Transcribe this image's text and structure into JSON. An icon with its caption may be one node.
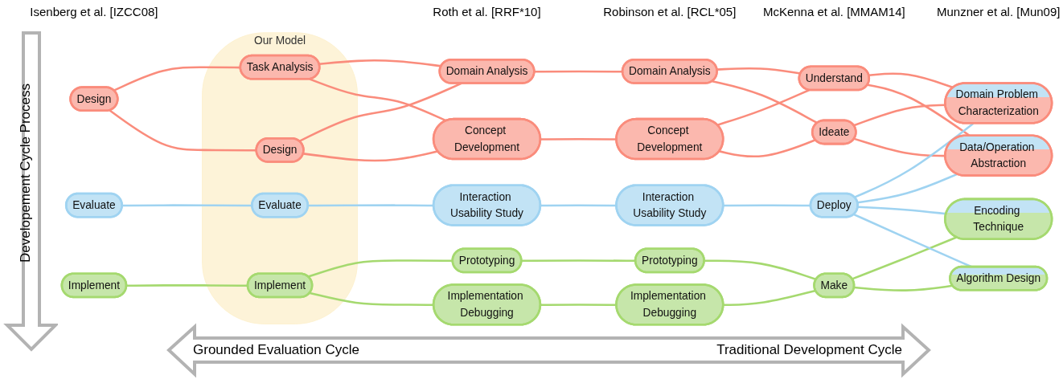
{
  "diagram": {
    "nodes": [
      {
        "text": [
          "Evaluate"
        ]
      },
      {
        "text": [
          "Design"
        ]
      },
      {
        "text": [
          "Implement"
        ]
      },
      {
        "text": [
          "Our Model"
        ]
      },
      {
        "text": [
          "Evaluate"
        ],
        "in": 3
      },
      {
        "text": [
          "Task Analysis"
        ],
        "in": 3
      },
      {
        "text": [
          "Design"
        ],
        "in": 3
      },
      {
        "text": [
          "Implement"
        ],
        "in": 3
      },
      {
        "text": [
          "Prototyping"
        ]
      },
      {
        "text": [
          "Interaction Usability Study"
        ]
      },
      {
        "text": [
          "Domain Analysis"
        ]
      },
      {
        "text": [
          "Concept Development"
        ]
      },
      {
        "text": [
          "Implementation Debugging"
        ]
      },
      {
        "text": [
          "Domain Analysis"
        ]
      },
      {
        "text": [
          "Concept Development"
        ]
      },
      {
        "text": [
          "Prototyping"
        ]
      },
      {
        "text": [
          "Interaction Usability Study"
        ]
      },
      {
        "text": [
          "Implementation Debugging"
        ]
      },
      {
        "text": [
          "Understand"
        ]
      },
      {
        "text": [
          "Ideate"
        ]
      },
      {
        "text": [
          "Make"
        ]
      },
      {
        "text": [
          "Deploy"
        ]
      },
      {
        "text": [
          "Domain Problem Characterization"
        ]
      },
      {
        "text": [
          "Data/Operation Abstraction"
        ]
      },
      {
        "text": [
          "Encoding Technique"
        ]
      },
      {
        "text": [
          "Algorithm Design"
        ]
      }
    ],
    "edges": [
      {
        "from": 0,
        "to": 4,
        "arrow": "none",
        "color": "#9fd3f1"
      },
      {
        "from": 1,
        "to": 5,
        "arrow": "none"
      },
      {
        "from": 1,
        "to": 6,
        "arrow": "none"
      },
      {
        "from": 2,
        "to": 7,
        "arrow": "none",
        "color": "#a5d96f"
      },
      {
        "from": 4,
        "to": 9,
        "arrow": "none",
        "color": "#9fd3f1"
      },
      {
        "from": 5,
        "to": 10,
        "arrow": "none"
      },
      {
        "from": 5,
        "to": 11,
        "arrow": "none"
      },
      {
        "from": 6,
        "to": 10,
        "arrow": "none"
      },
      {
        "from": 6,
        "to": 11,
        "arrow": "none"
      },
      {
        "from": 7,
        "to": 8,
        "arrow": "none",
        "color": "#a5d96f"
      },
      {
        "from": 7,
        "to": 12,
        "arrow": "none",
        "color": "#a5d96f"
      },
      {
        "from": 8,
        "to": 15,
        "arrow": "none",
        "color": "#a5d96f"
      },
      {
        "from": 9,
        "to": 16,
        "arrow": "none",
        "color": "#9fd3f1"
      },
      {
        "from": 10,
        "to": 13,
        "arrow": "none"
      },
      {
        "from": 11,
        "to": 14,
        "arrow": "none"
      },
      {
        "from": 12,
        "to": 17,
        "arrow": "none",
        "color": "#a5d96f"
      },
      {
        "from": 13,
        "to": 18,
        "arrow": "none"
      },
      {
        "from": 13,
        "to": 19,
        "arrow": "none"
      },
      {
        "from": 14,
        "to": 18,
        "arrow": "none"
      },
      {
        "from": 14,
        "to": 19,
        "arrow": "none"
      },
      {
        "from": 15,
        "to": 20,
        "arrow": "none",
        "color": "#a5d96f"
      },
      {
        "from": 16,
        "to": 21,
        "arrow": "none",
        "color": "#9fd3f1"
      },
      {
        "from": 17,
        "to": 20,
        "arrow": "none",
        "color": "#a5d96f"
      },
      {
        "from": 18,
        "to": 22,
        "arrow": "none"
      },
      {
        "from": 18,
        "to": 23,
        "arrow": "none"
      },
      {
        "from": 19,
        "to": 22,
        "arrow": "none"
      },
      {
        "from": 19,
        "to": 23,
        "arrow": "none"
      },
      {
        "from": 20,
        "to": 24,
        "arrow": "none",
        "color": "#a5d96f"
      },
      {
        "from": 20,
        "to": 25,
        "arrow": "none",
        "color": "#a5d96f"
      },
      {
        "from": 21,
        "to": 22,
        "arrow": "none",
        "color": "#9fd3f1"
      },
      {
        "from": 21,
        "to": 23,
        "arrow": "none",
        "color": "#9fd3f1"
      },
      {
        "from": 21,
        "to": 24,
        "arrow": "none",
        "color": "#9fd3f1"
      },
      {
        "from": 21,
        "to": 25,
        "arrow": "none",
        "color": "#9fd3f1"
      }
    ],
    "labels": [
      "Isenberg et al. [IZCC08]",
      "Roth et al. [RRF*10]",
      "Robinson et al. [RCL*05]",
      "McKenna et al. [MMAM14]",
      "Munzner et al. [Mun09]",
      "Developement Cycle Process",
      "Grounded Evaluation Cycle",
      "Traditional Development Cycle"
    ]
  }
}
